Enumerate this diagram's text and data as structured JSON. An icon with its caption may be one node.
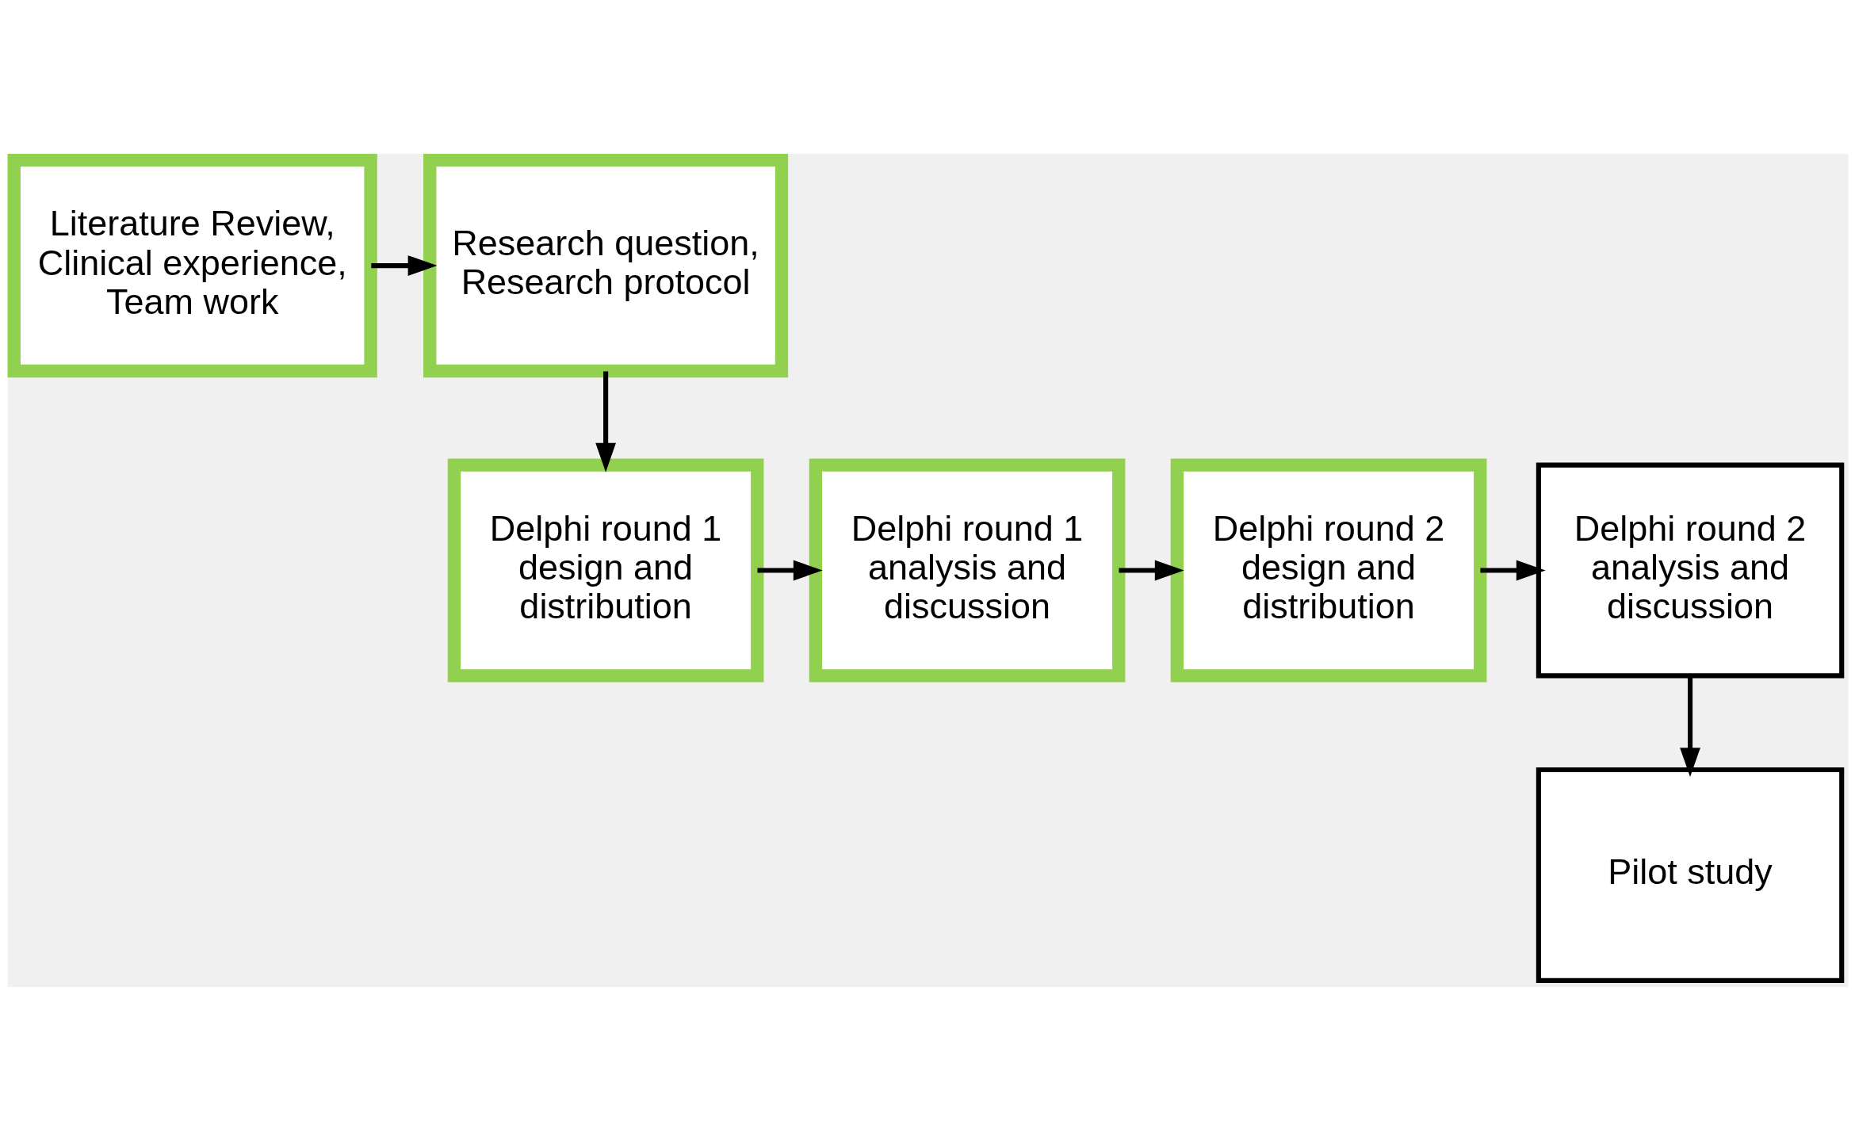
{
  "diagram": {
    "nodes": [
      {
        "text": [
          "Literature Review, Clinical experience, Team work"
        ]
      },
      {
        "text": [
          "Research question, Research protocol"
        ]
      },
      {
        "text": [
          "Delphi round 1 design and distribution"
        ]
      },
      {
        "text": [
          "Delphi round 1 analysis and discussion"
        ]
      },
      {
        "text": [
          "Delphi round 2 design and distribution"
        ]
      },
      {
        "text": [
          "Delphi round 2 analysis and discussion"
        ]
      },
      {
        "text": [
          "Pilot study"
        ]
      }
    ],
    "edges": [
      {
        "from": 0,
        "to": 1,
        "arrow": "to"
      },
      {
        "from": 1,
        "to": 2,
        "arrow": "to"
      },
      {
        "from": 2,
        "to": 3,
        "arrow": "to"
      },
      {
        "from": 3,
        "to": 4,
        "arrow": "to"
      },
      {
        "from": 4,
        "to": 5,
        "arrow": "to"
      },
      {
        "from": 5,
        "to": 6,
        "arrow": "to"
      }
    ]
  }
}
